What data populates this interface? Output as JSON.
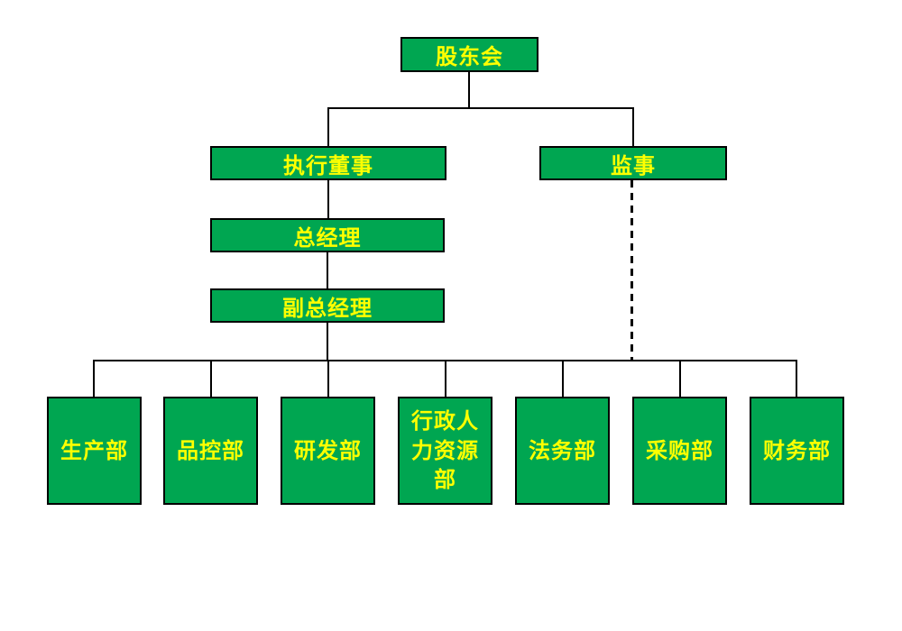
{
  "page": {
    "background": "#FFFFFF"
  },
  "chart": {
    "type": "org-chart",
    "colors": {
      "background": "#FFFFFF",
      "node_fill": "#00A651",
      "node_border": "#000000",
      "node_text": "#FFFF00",
      "connector": "#000000"
    },
    "nodes": {
      "shareholders": {
        "label": "股东会"
      },
      "executive_director": {
        "label": "执行董事"
      },
      "supervisor": {
        "label": "监事"
      },
      "general_manager": {
        "label": "总经理"
      },
      "deputy_general_manager": {
        "label": "副总经理"
      },
      "production": {
        "label": "生产部"
      },
      "quality_control": {
        "label": "品控部"
      },
      "rnd": {
        "label": "研发部"
      },
      "admin_hr": {
        "label": "行政人力资源部",
        "display": "行政人\n力资源\n部"
      },
      "legal": {
        "label": "法务部"
      },
      "procurement": {
        "label": "采购部"
      },
      "finance": {
        "label": "财务部"
      }
    },
    "edges": [
      {
        "from": "shareholders",
        "to": "executive_director",
        "style": "solid"
      },
      {
        "from": "shareholders",
        "to": "supervisor",
        "style": "solid"
      },
      {
        "from": "executive_director",
        "to": "general_manager",
        "style": "solid"
      },
      {
        "from": "general_manager",
        "to": "deputy_general_manager",
        "style": "solid"
      },
      {
        "from": "deputy_general_manager",
        "to": "production",
        "style": "solid"
      },
      {
        "from": "deputy_general_manager",
        "to": "quality_control",
        "style": "solid"
      },
      {
        "from": "deputy_general_manager",
        "to": "rnd",
        "style": "solid"
      },
      {
        "from": "deputy_general_manager",
        "to": "admin_hr",
        "style": "solid"
      },
      {
        "from": "deputy_general_manager",
        "to": "legal",
        "style": "solid"
      },
      {
        "from": "deputy_general_manager",
        "to": "procurement",
        "style": "solid"
      },
      {
        "from": "deputy_general_manager",
        "to": "finance",
        "style": "solid"
      },
      {
        "from": "supervisor",
        "to": "department-bus-line",
        "style": "dashed"
      }
    ]
  }
}
